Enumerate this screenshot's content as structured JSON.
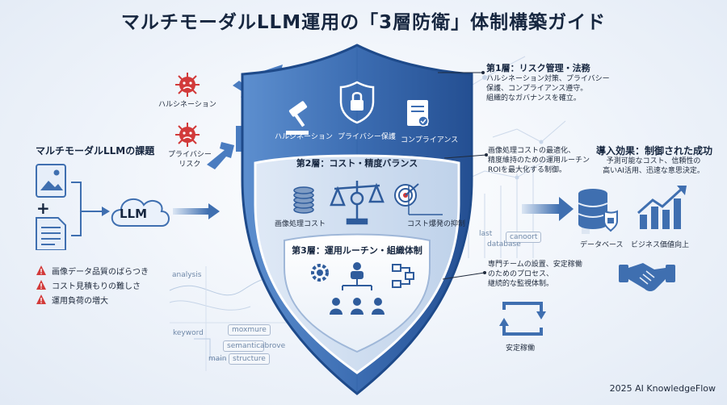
{
  "title": "マルチモーダルLLM運用の「3層防衛」体制構築ガイド",
  "left": {
    "heading": "マルチモーダルLLMの課題",
    "plus": "+",
    "llm_label": "LLM",
    "issues": [
      "画像データ品質のばらつき",
      "コスト見積もりの難しさ",
      "運用負荷の増大"
    ]
  },
  "threats": {
    "hallucination": "ハルシネーション",
    "privacy_line1": "プライバシー",
    "privacy_line2": "リスク"
  },
  "shield": {
    "layer1": {
      "items": [
        "ハルシネーション",
        "プライバシー保護",
        "コンプライアンス"
      ]
    },
    "layer2": {
      "label": "第2層：コスト・精度バランス",
      "items": [
        "画像処理コスト",
        "コスト爆発の抑制"
      ]
    },
    "layer3": {
      "label": "第3層：運用ルーチン・組織体制"
    }
  },
  "notes": {
    "layer1_title": "第1層：リスク管理・法務",
    "layer1_desc": [
      "ハルシネーション対策、プライバシー",
      "保護、コンプライアンス遵守。",
      "組織的なガバナンスを確立。"
    ],
    "layer2_desc": [
      "画像処理コストの最適化、",
      "精度維持のための運用ルーチン",
      "ROIを最大化する制御。"
    ],
    "layer3_desc": [
      "専門チームの設置、安定稼働",
      "のためのプロセス、",
      "継続的な監視体制。"
    ],
    "stable_op": "安定稼働"
  },
  "effect": {
    "title": "導入効果：制御された成功",
    "desc": [
      "予測可能なコスト、信頼性の",
      "高いAI活用、迅速な意思決定。"
    ],
    "database": "データベース",
    "biz_value": "ビジネス価値向上"
  },
  "background_words": {
    "analysis": "analysis",
    "keyword": "keyword",
    "moxmure": "moxmure",
    "semantic": "semantic",
    "abrove": "abrove",
    "main": "main",
    "structure": "structure",
    "canoort": "canoort",
    "database": "database",
    "last": "last"
  },
  "footer": "2025 AI KnowledgeFlow"
}
